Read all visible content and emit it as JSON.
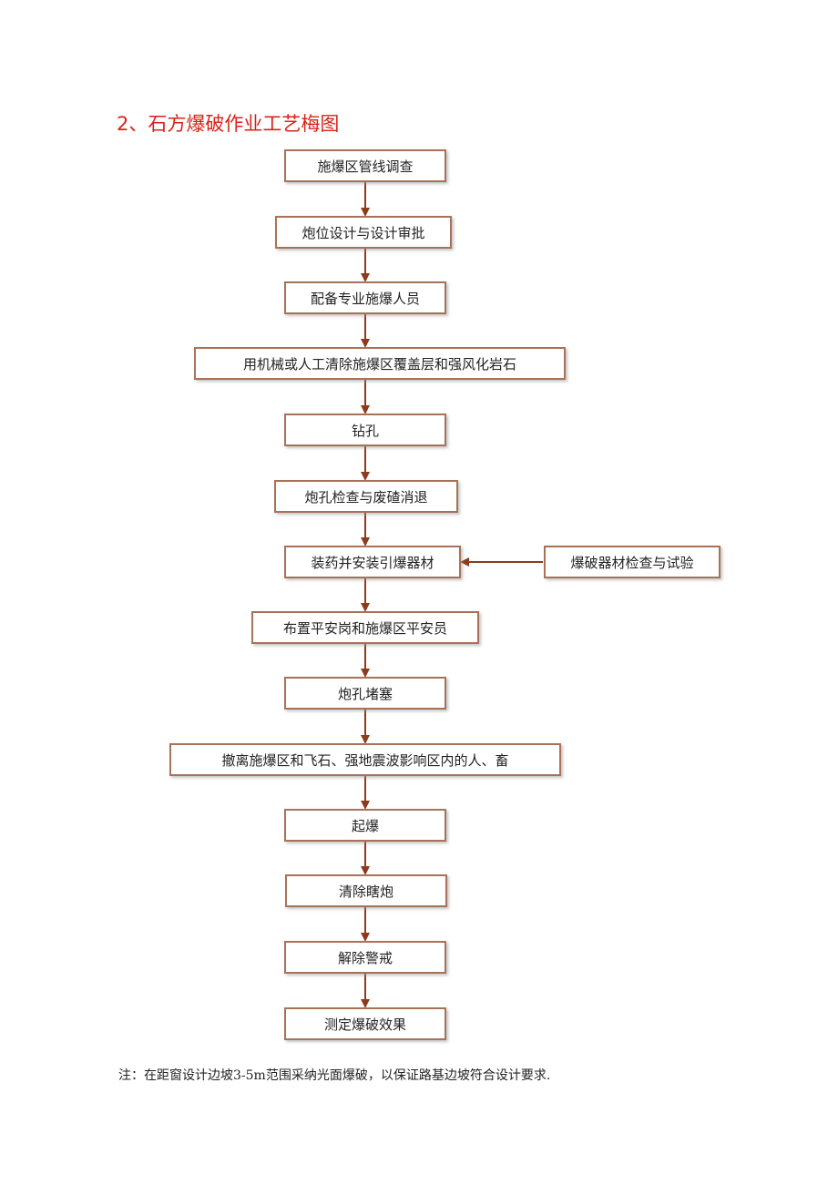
{
  "heading": "2、石方爆破作业工艺梅图",
  "colors": {
    "heading": "#d8231a",
    "box_border": "#a87258",
    "arrow": "#8c3b1c"
  },
  "steps": [
    "施爆区管线调查",
    "炮位设计与设计审批",
    "配备专业施爆人员",
    "用机械或人工清除施爆区覆盖层和强风化岩石",
    "钻孔",
    "炮孔检查与废碴消退",
    "装药并安装引爆器材",
    "布置平安岗和施爆区平安员",
    "炮孔堵塞",
    "撤离施爆区和飞石、强地震波影响区内的人、畜",
    "起爆",
    "清除瞎炮",
    "解除警戒",
    "测定爆破效果"
  ],
  "side_input": "爆破器材检查与试验",
  "note": "注：在距窗设计边坡3-5m范围采纳光面爆破，以保证路基边坡符合设计要求."
}
